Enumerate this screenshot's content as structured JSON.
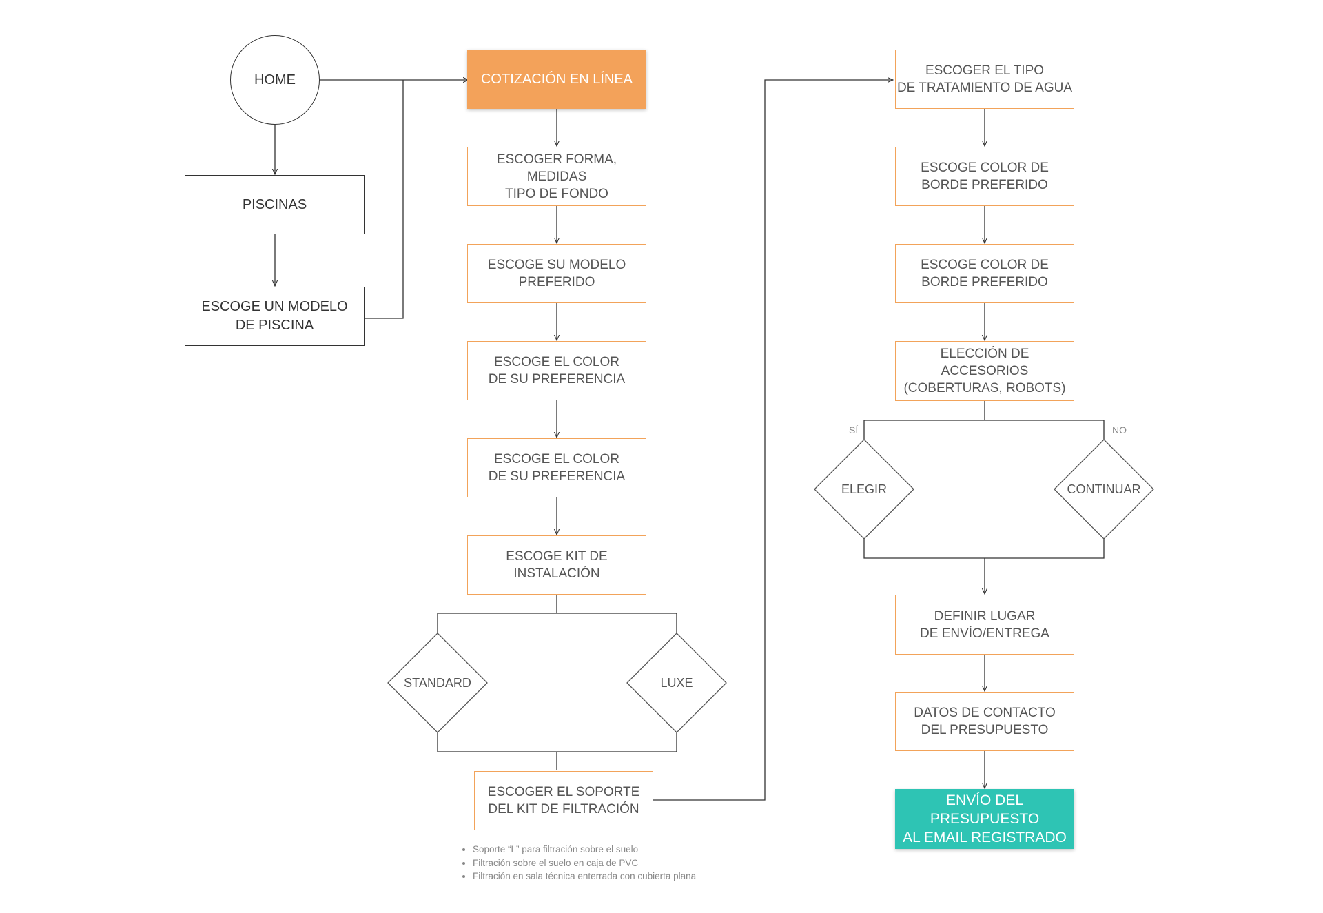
{
  "nodes": {
    "home": "HOME",
    "piscinas": "PISCINAS",
    "escoge_modelo_piscina": "ESCOGE UN MODELO\nDE PISCINA",
    "cotizacion": "COTIZACIÓN EN LÍNEA",
    "forma_medidas": "ESCOGER FORMA, MEDIDAS\nTIPO DE FONDO",
    "modelo_preferido": "ESCOGE SU MODELO\nPREFERIDO",
    "color_1": "ESCOGE EL COLOR\nDE SU PREFERENCIA",
    "color_2": "ESCOGE EL COLOR\nDE SU PREFERENCIA",
    "kit_instalacion": "ESCOGE KIT DE INSTALACIÓN",
    "standard": "STANDARD",
    "luxe": "LUXE",
    "soporte_kit": "ESCOGER EL SOPORTE\nDEL KIT DE FILTRACIÓN",
    "tratamiento_agua": "ESCOGER EL TIPO\nDE TRATAMIENTO DE AGUA",
    "borde_1": "ESCOGE COLOR DE\nBORDE PREFERIDO",
    "borde_2": "ESCOGE COLOR DE\nBORDE PREFERIDO",
    "accesorios": "ELECCIÓN DE ACCESORIOS\n(COBERTURAS, ROBOTS)",
    "elegir": "ELEGIR",
    "continuar": "CONTINUAR",
    "lugar_envio": "DEFINIR LUGAR\nDE ENVÍO/ENTREGA",
    "datos_contacto": "DATOS DE CONTACTO\nDEL PRESUPUESTO",
    "envio_presupuesto": "ENVÍO DEL PRESUPUESTO\nAL EMAIL REGISTRADO"
  },
  "branch_labels": {
    "si": "SÍ",
    "no": "NO"
  },
  "notes": [
    "Soporte “L” para filtración sobre el suelo",
    "Filtración sobre el suelo en caja de PVC",
    "Filtración en sala técnica enterrada con cubierta plana"
  ],
  "colors": {
    "orange_border": "#f2a35a",
    "orange_fill": "#f3a25a",
    "teal_fill": "#2ec4b4",
    "line": "#333333"
  }
}
